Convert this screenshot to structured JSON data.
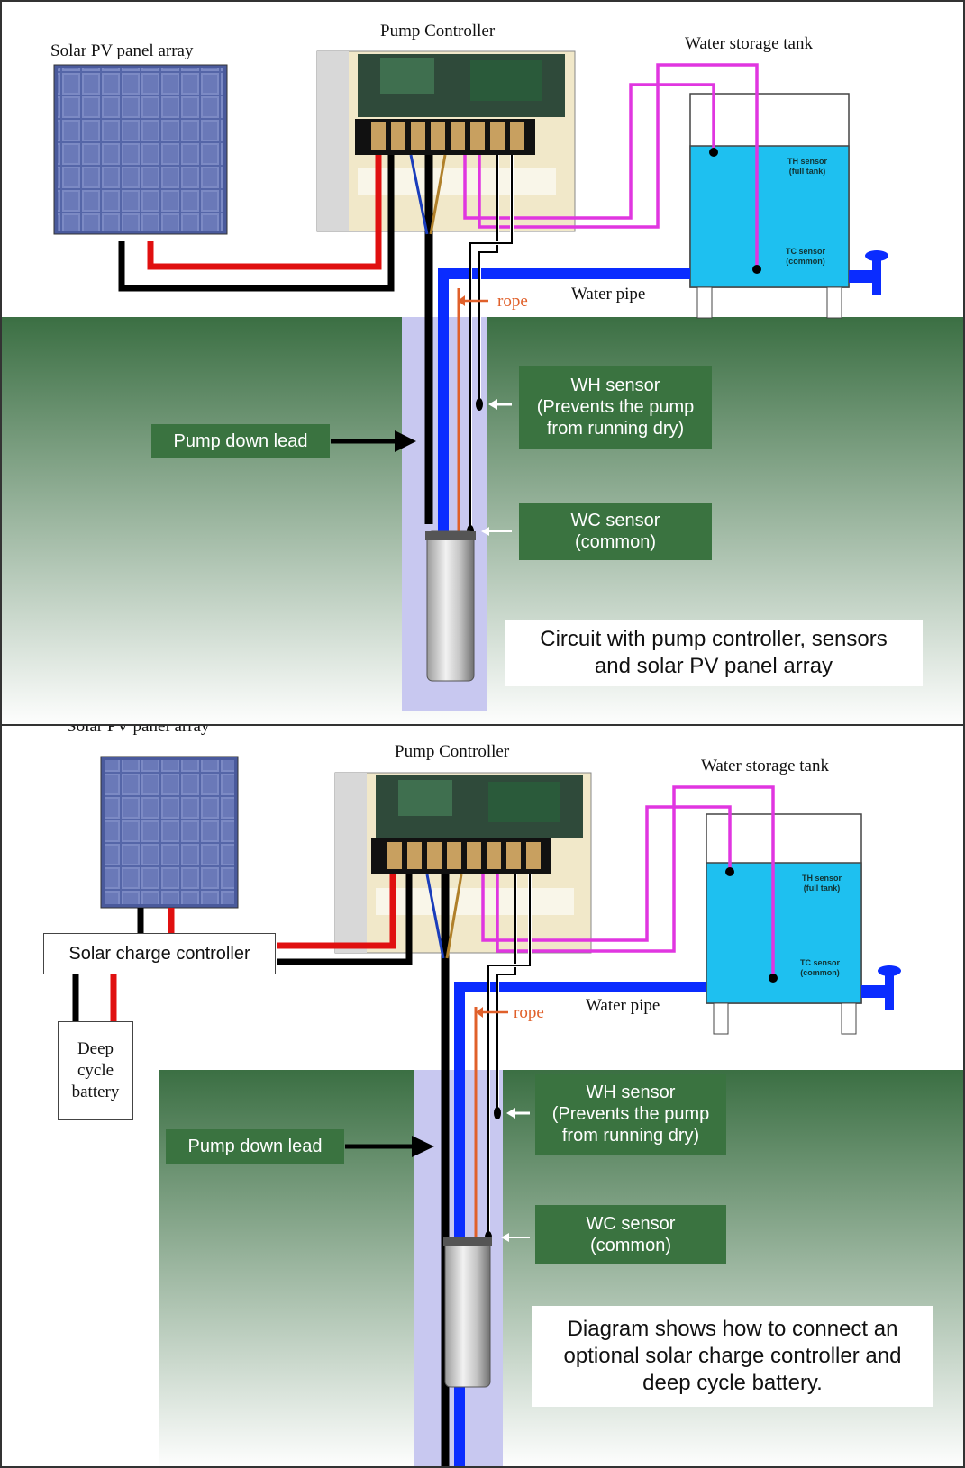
{
  "panel1": {
    "solar_array_label": "Solar PV panel array",
    "controller_label": "Pump Controller",
    "tank_label": "Water storage tank",
    "th_sensor_label": "TH sensor\n(full tank)",
    "tc_sensor_label": "TC sensor\n(common)",
    "water_pipe_label": "Water pipe",
    "rope_label": "rope",
    "wh_sensor_label": "WH sensor\n(Prevents the pump\nfrom running dry)",
    "pump_down_lead_label": "Pump down lead",
    "wc_sensor_label": "WC sensor\n(common)",
    "caption": "Circuit with pump controller, sensors\nand solar PV panel array"
  },
  "panel2": {
    "solar_array_label": "Solar PV panel array",
    "controller_label": "Pump Controller",
    "tank_label": "Water storage tank",
    "charge_controller_label": "Solar charge controller",
    "battery_label": "Deep\ncycle\nbattery",
    "th_sensor_label": "TH sensor\n(full tank)",
    "tc_sensor_label": "TC sensor\n(common)",
    "water_pipe_label": "Water pipe",
    "rope_label": "rope",
    "wh_sensor_label": "WH sensor\n(Prevents the pump\nfrom running dry)",
    "pump_down_lead_label": "Pump down lead",
    "wc_sensor_label": "WC sensor\n(common)",
    "caption": "Diagram shows how to connect an\noptional solar charge controller and\ndeep cycle battery."
  },
  "colors": {
    "ground_top": "#3b6f43",
    "ground_bottom": "#ffffff",
    "water": "#1ec0f0",
    "pipe": "#0a2cff",
    "sensor_wire": "#e036e0",
    "positive_wire": "#e01010",
    "negative_wire": "#000000",
    "rope": "#e0602a",
    "borehole": "#c8c8f0",
    "label_box": "#3a7340"
  }
}
